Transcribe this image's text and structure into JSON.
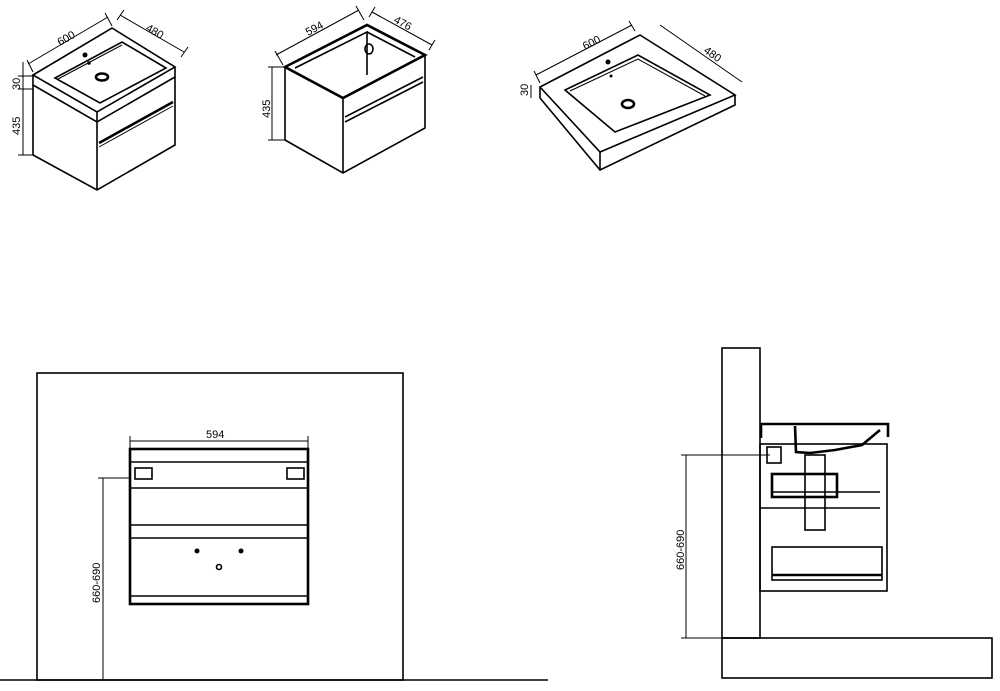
{
  "views": {
    "iso_cabinet_with_basin": {
      "width": "600",
      "depth": "480",
      "top_thickness": "30",
      "cabinet_height": "435"
    },
    "iso_cabinet_only": {
      "width": "594",
      "depth": "476",
      "height": "435"
    },
    "iso_basin": {
      "width": "600",
      "depth": "480",
      "thickness": "30"
    },
    "front_view": {
      "width": "594",
      "mount_height": "660-690"
    },
    "side_view": {
      "mount_height": "660-690"
    }
  },
  "colors": {
    "line": "#000000",
    "background": "#ffffff"
  }
}
